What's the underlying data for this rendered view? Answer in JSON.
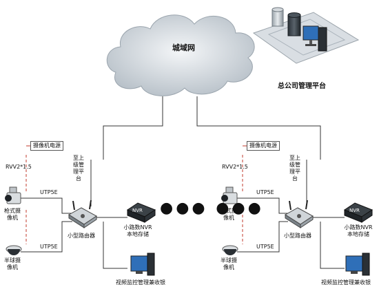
{
  "network": {
    "wan_label": "城域网"
  },
  "hq": {
    "label": "总公司管理平台"
  },
  "sites": [
    {
      "camera_power_label": "摄像机电源",
      "cable_power": "RVV2*1.5",
      "uplink_label": "至上级管理平台",
      "cable_top": "UTP5E",
      "cable_bottom": "UTP5E",
      "bullet_camera_label": "枪式摄像机",
      "dome_camera_label": "半球摄像机",
      "router_label": "小型路由器",
      "nvr_tag": "NVR",
      "nvr_label": "小路数NVR本地存储",
      "client_label": "视频监控管理兼收银"
    },
    {
      "camera_power_label": "摄像机电源",
      "cable_power": "RVV2*1.5",
      "uplink_label": "至上级管理平台",
      "cable_top": "UTP5E",
      "cable_bottom": "UTP5E",
      "bullet_camera_label": "枪式摄像机",
      "dome_camera_label": "半球摄像机",
      "router_label": "小型路由器",
      "nvr_tag": "NVR",
      "nvr_label": "小路数NVR本地存储",
      "client_label": "视频监控管理兼收银"
    }
  ],
  "ellipsis": "●●● ●●●"
}
